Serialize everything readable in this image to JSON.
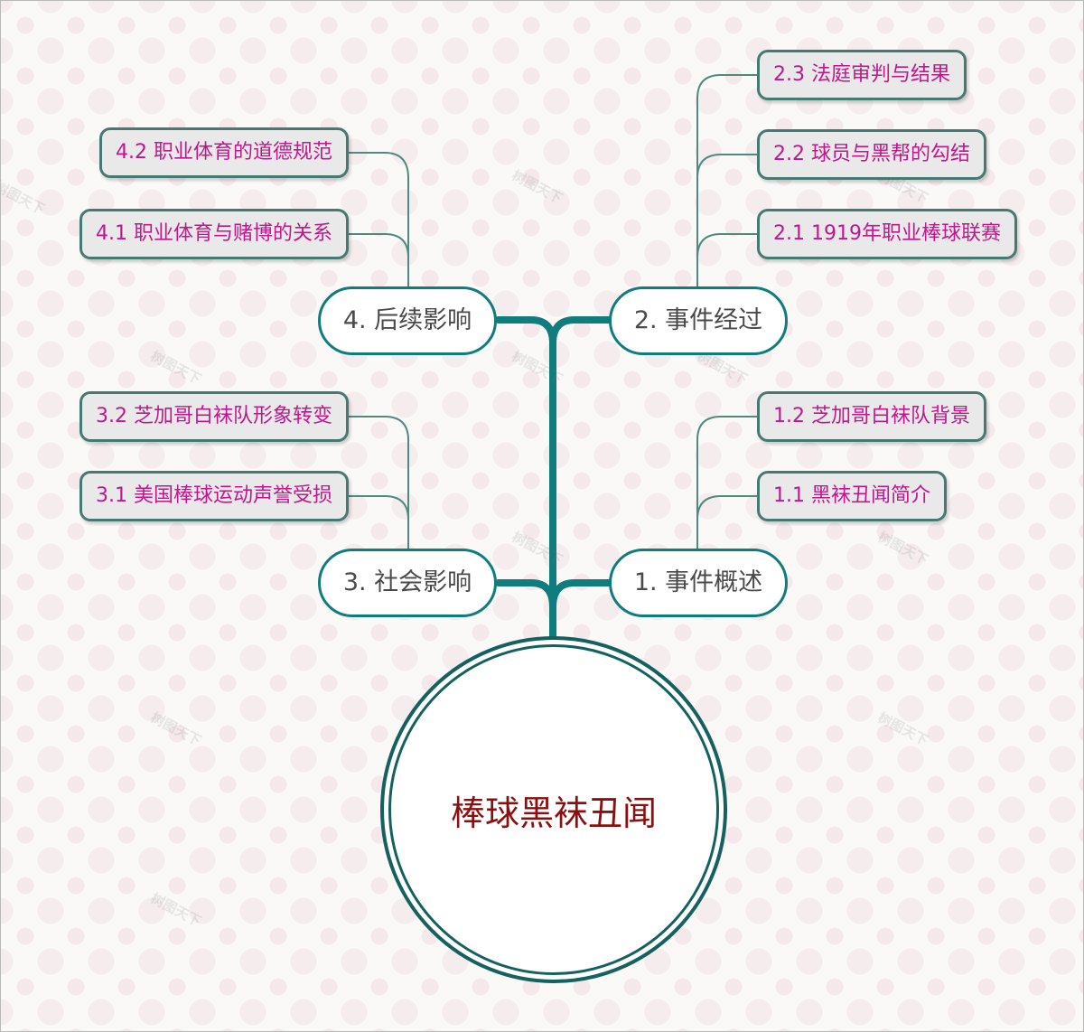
{
  "root": {
    "title": "棒球黑袜丑闻"
  },
  "branches": [
    {
      "label": "1. 事件概述",
      "children": [
        {
          "label": "1.1 黑袜丑闻简介"
        },
        {
          "label": "1.2 芝加哥白袜队背景"
        }
      ]
    },
    {
      "label": "2. 事件经过",
      "children": [
        {
          "label": "2.1 1919年职业棒球联赛"
        },
        {
          "label": "2.2 球员与黑帮的勾结"
        },
        {
          "label": "2.3 法庭审判与结果"
        }
      ]
    },
    {
      "label": "3. 社会影响",
      "children": [
        {
          "label": "3.1 美国棒球运动声誉受损"
        },
        {
          "label": "3.2 芝加哥白袜队形象转变"
        }
      ]
    },
    {
      "label": "4. 后续影响",
      "children": [
        {
          "label": "4.1 职业体育与赌博的关系"
        },
        {
          "label": "4.2 职业体育的道德规范"
        }
      ]
    }
  ],
  "watermark": "树图天下",
  "colors": {
    "trunk": "#0f7c7e",
    "leaf_link": "#4f8a7f",
    "leaf_text": "#c2168f",
    "root_text": "#8b0f0f",
    "branch_text": "#4a4a4a"
  }
}
